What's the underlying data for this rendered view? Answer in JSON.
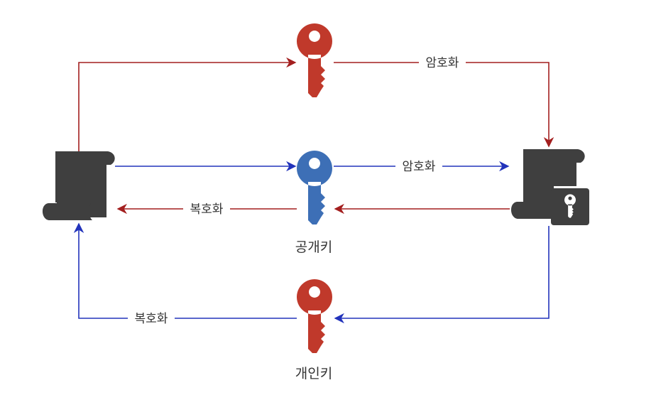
{
  "labels": {
    "top_encrypt": "암호화",
    "mid_encrypt": "암호화",
    "mid_decrypt": "복호화",
    "bottom_decrypt": "복호화",
    "public_key": "공개키",
    "private_key": "개인키"
  },
  "icons": {
    "plain_document": "scroll-document-icon",
    "encrypted_document": "locked-scroll-document-icon",
    "top_key": "key-icon",
    "public_key": "key-icon",
    "private_key": "key-icon"
  },
  "colors": {
    "red": "#c0392b",
    "red_line": "#a31f1f",
    "blue": "#3d6fb6",
    "blue_line": "#2233bb",
    "document": "#3f3f3f"
  }
}
